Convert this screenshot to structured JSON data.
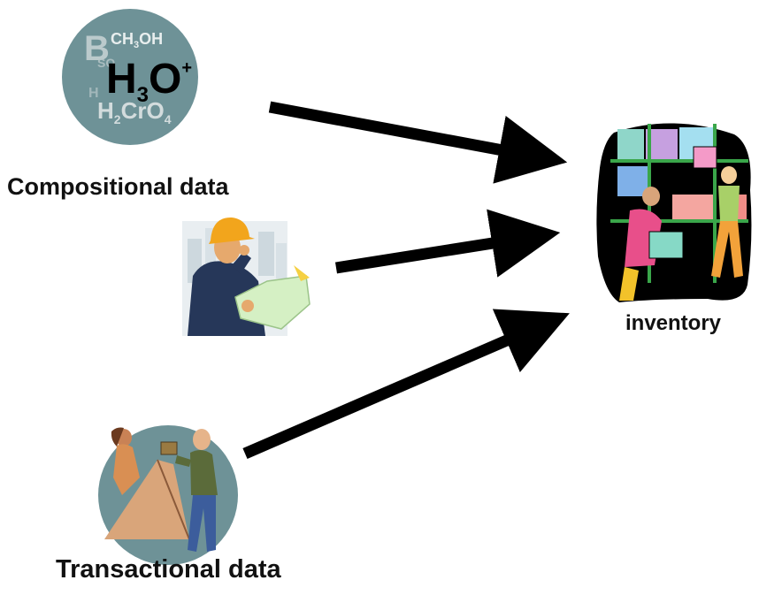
{
  "sources": {
    "compositional": {
      "label": "Compositional data",
      "icon": "chemical-formula-icon"
    },
    "manager": {
      "icon": "engineer-reading-plans-icon"
    },
    "transactional": {
      "label": "Transactional data",
      "icon": "surveyors-icon"
    }
  },
  "target": {
    "label": "inventory",
    "icon": "warehouse-workers-icon"
  },
  "formula_art": [
    "B",
    "CH3OH",
    "H3O+",
    "H2CrO4"
  ],
  "colors": {
    "arrow": "#000000",
    "circle": "#6e9297",
    "label": "#111111"
  }
}
